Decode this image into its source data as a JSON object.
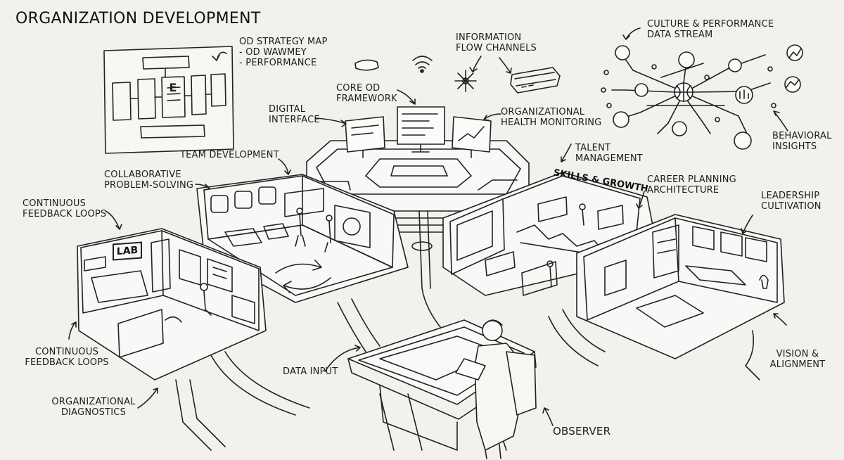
{
  "title": "ORGANIZATION DEVELOPMENT",
  "labels": {
    "od_strategy_map": "OD STRATEGY MAP\n- OD WAWMEY\n- PERFORMANCE",
    "information_flow": "INFORMATION\nFLOW CHANNELS",
    "culture_stream": "CULTURE & PERFORMANCE\nDATA STREAM",
    "digital_interface": "DIGITAL\nINTERFACE",
    "core_od_framework": "CORE OD\nFRAMEWORK",
    "org_health": "ORGANIZATIONAL\nHEALTH MONITORING",
    "behavioral_insights": "BEHAVIORAL\nINSIGHTS",
    "team_development": "TEAM DEVELOPMENT",
    "talent_management": "TALENT\nMANAGEMENT",
    "collab_problem_solving": "COLLABORATIVE\nPROBLEM-SOLVING",
    "career_planning": "CAREER PLANNING\nARCHITECTURE",
    "feedback_loops_top": "CONTINUOUS\nFEEDBACK LOOPS",
    "leadership_cultivation": "LEADERSHIP\nCULTIVATION",
    "feedback_loops_bottom": "CONTINUOUS\nFEEDBACK LOOPS",
    "data_input": "DATA INPUT",
    "vision_alignment": "VISION &\nALIGNMENT",
    "org_diagnostics": "ORGANIZATIONAL\nDIAGNOSTICS",
    "observer": "OBSERVER"
  },
  "signs": {
    "lab": "LAB",
    "skills_growth": "SKILLS & GROWTH"
  },
  "strategy_map_text": "E"
}
